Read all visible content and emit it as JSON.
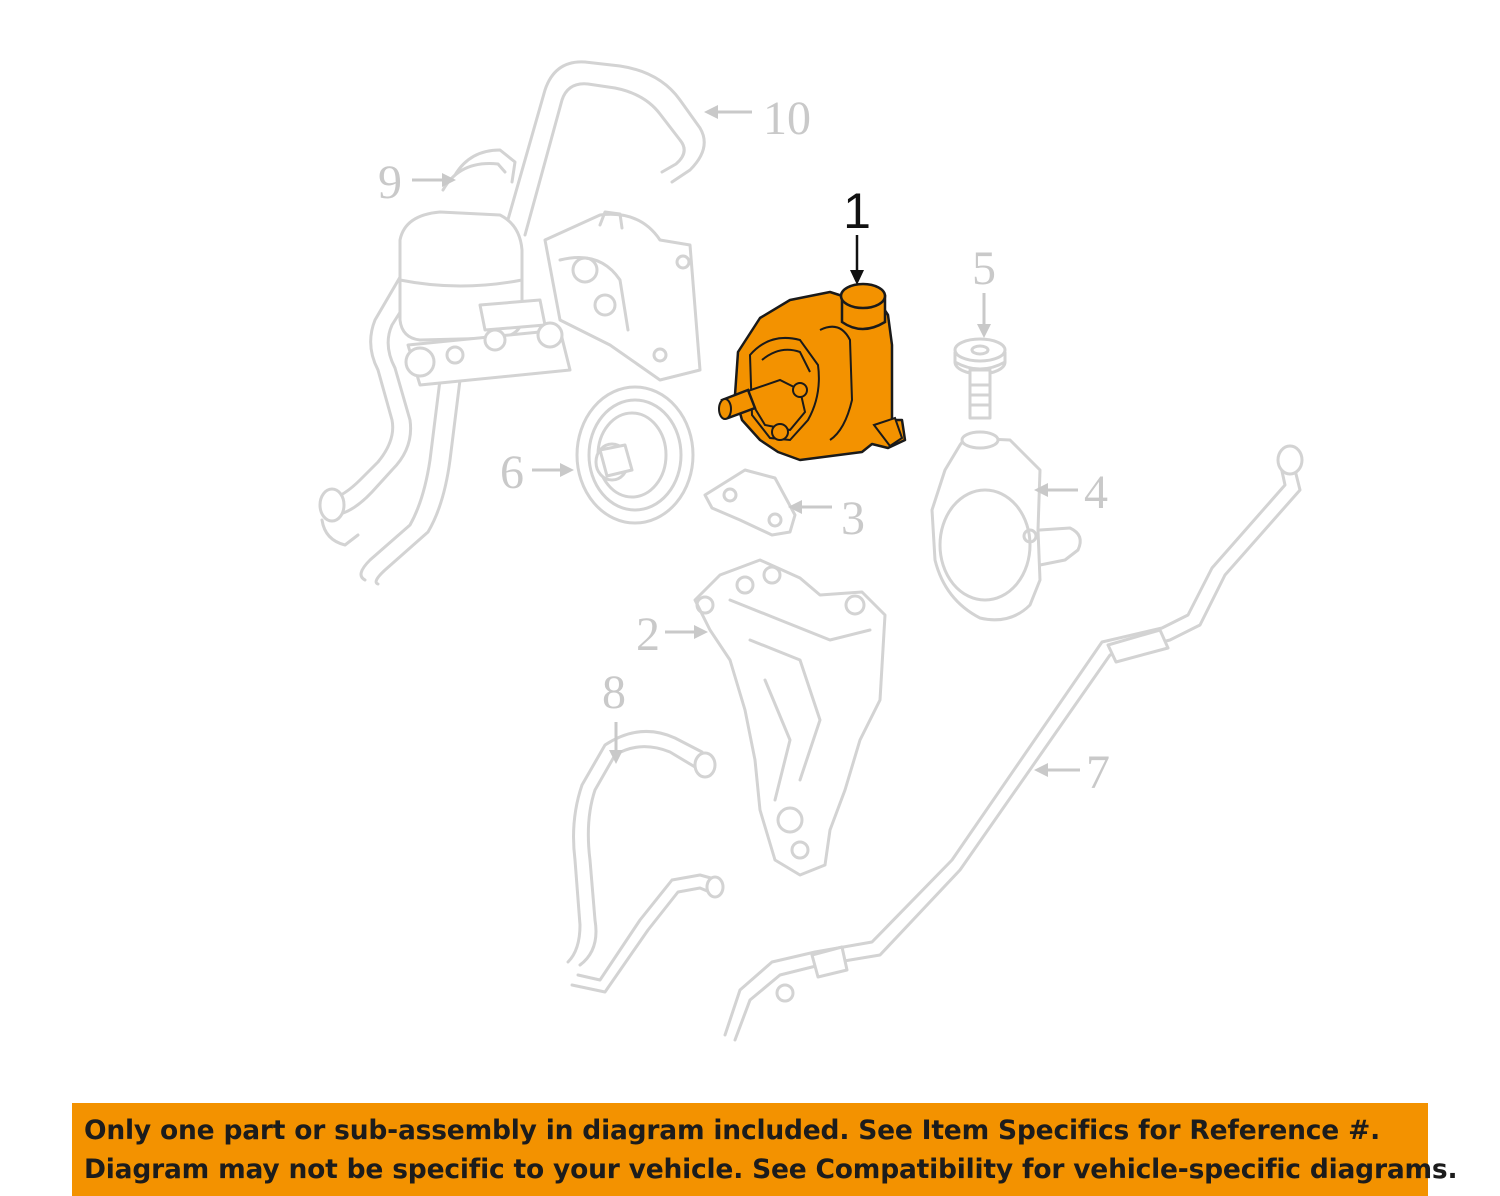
{
  "callouts": {
    "c1": "1",
    "c2": "2",
    "c3": "3",
    "c4": "4",
    "c5": "5",
    "c6": "6",
    "c7": "7",
    "c8": "8",
    "c9": "9",
    "c10": "10"
  },
  "highlight_color": "#f39200",
  "notice": {
    "line1": "Only one part or sub-assembly in diagram included. See Item Specifics for Reference #.",
    "line2": "Diagram may not be specific to your vehicle. See Compatibility for vehicle-specific diagrams."
  }
}
